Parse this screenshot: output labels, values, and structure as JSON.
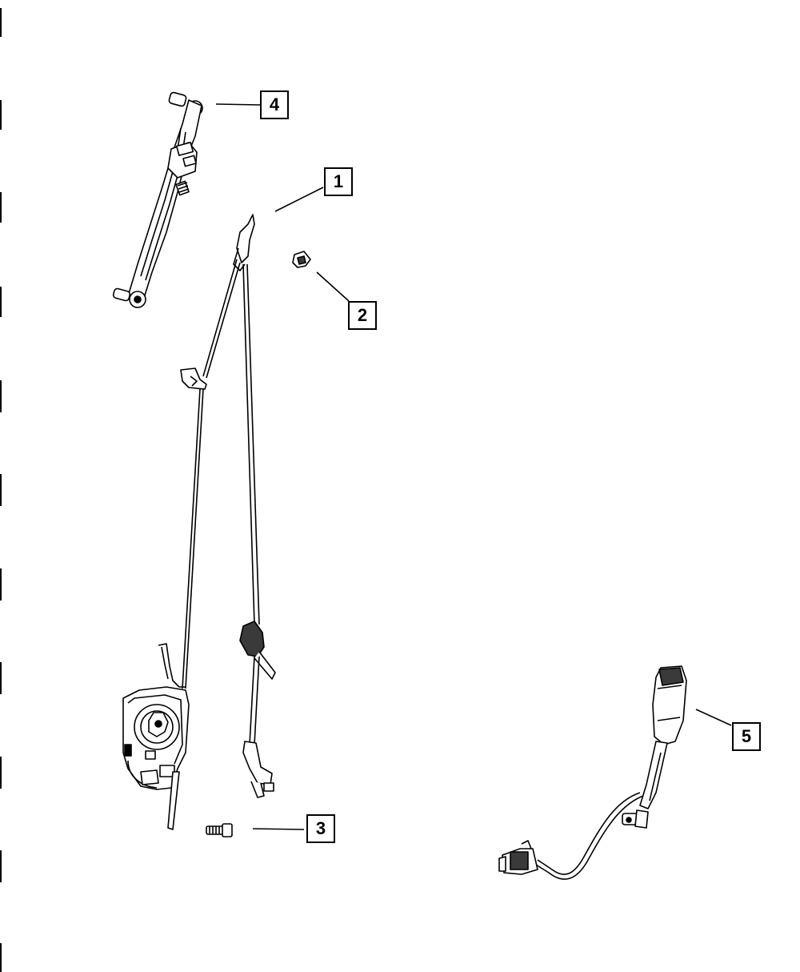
{
  "callouts": [
    {
      "id": "1",
      "label": "1"
    },
    {
      "id": "2",
      "label": "2"
    },
    {
      "id": "3",
      "label": "3"
    },
    {
      "id": "4",
      "label": "4"
    },
    {
      "id": "5",
      "label": "5"
    }
  ],
  "colors": {
    "line": "#000000",
    "background": "#ffffff",
    "light_shade": "#e6e6e6",
    "dark_shade": "#3a3a3a"
  }
}
